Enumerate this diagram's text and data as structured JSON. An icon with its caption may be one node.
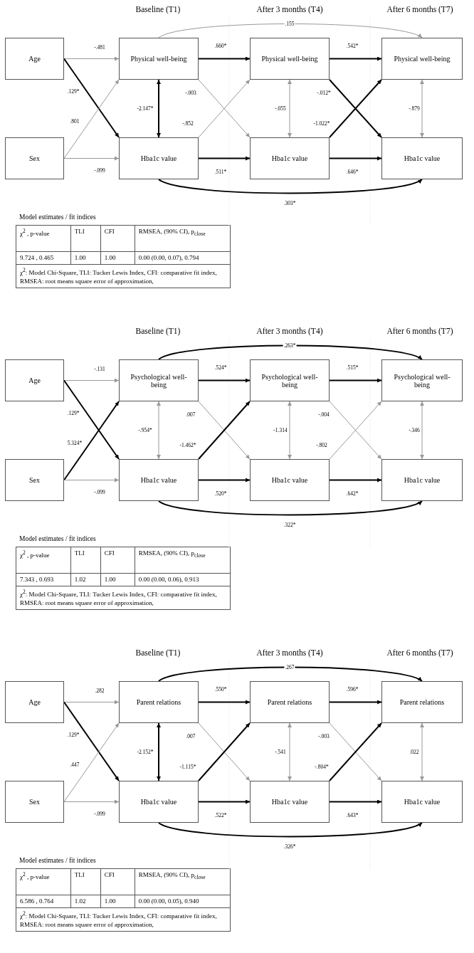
{
  "diagram": {
    "nodes": [
      {
        "text": [
          "Age"
        ]
      },
      {
        "text": [
          "Physical well-being"
        ]
      },
      {
        "text": [
          "Physical well-being"
        ]
      },
      {
        "text": [
          "Physical well-being"
        ]
      },
      {
        "text": [
          "Sex"
        ]
      },
      {
        "text": [
          "Hba1c value"
        ]
      },
      {
        "text": [
          "Hba1c value"
        ]
      },
      {
        "text": [
          "Hba1c value"
        ]
      },
      {
        "text": [
          "Age"
        ]
      },
      {
        "text": [
          "Psychological well-being"
        ]
      },
      {
        "text": [
          "Psychological well-being"
        ]
      },
      {
        "text": [
          "Psychological well-being"
        ]
      },
      {
        "text": [
          "Sex"
        ]
      },
      {
        "text": [
          "Hba1c value"
        ]
      },
      {
        "text": [
          "Hba1c value"
        ]
      },
      {
        "text": [
          "Hba1c value"
        ]
      },
      {
        "text": [
          "Age"
        ]
      },
      {
        "text": [
          "Parent relations"
        ]
      },
      {
        "text": [
          "Parent relations"
        ]
      },
      {
        "text": [
          "Parent relations"
        ]
      },
      {
        "text": [
          "Sex"
        ]
      },
      {
        "text": [
          "Hba1c value"
        ]
      },
      {
        "text": [
          "Hba1c value"
        ]
      },
      {
        "text": [
          "Hba1c value"
        ]
      }
    ],
    "edges": [
      {
        "from": 0,
        "to": 1,
        "arrow": "to",
        "label": "-.481",
        "color": "#999999"
      },
      {
        "from": 0,
        "to": 5,
        "arrow": "to",
        "label": ".129*"
      },
      {
        "from": 4,
        "to": 1,
        "arrow": "to",
        "label": ".801",
        "color": "#999999"
      },
      {
        "from": 4,
        "to": 5,
        "arrow": "to",
        "label": "-.099",
        "color": "#999999"
      },
      {
        "from": 1,
        "to": 2,
        "arrow": "to",
        "label": ".660*"
      },
      {
        "from": 1,
        "to": 5,
        "arrow": "both",
        "label": "-2.147*"
      },
      {
        "from": 1,
        "to": 6,
        "arrow": "to",
        "label": "-.003",
        "color": "#999999"
      },
      {
        "from": 5,
        "to": 2,
        "arrow": "to",
        "label": "-.852",
        "color": "#999999"
      },
      {
        "from": 5,
        "to": 6,
        "arrow": "to",
        "label": ".511*"
      },
      {
        "from": 1,
        "to": 3,
        "arrow": "to",
        "label": ".155",
        "color": "#999999"
      },
      {
        "from": 5,
        "to": 7,
        "arrow": "to",
        "label": ".303*"
      },
      {
        "from": 2,
        "to": 3,
        "arrow": "to",
        "label": ".542*"
      },
      {
        "from": 2,
        "to": 6,
        "arrow": "both",
        "label": "-.055",
        "color": "#999999"
      },
      {
        "from": 2,
        "to": 7,
        "arrow": "to",
        "label": "-.012*"
      },
      {
        "from": 6,
        "to": 3,
        "arrow": "to",
        "label": "-1.022*"
      },
      {
        "from": 6,
        "to": 7,
        "arrow": "to",
        "label": ".646*"
      },
      {
        "from": 3,
        "to": 7,
        "arrow": "both",
        "label": "-.879",
        "color": "#999999"
      },
      {
        "from": 8,
        "to": 9,
        "arrow": "to",
        "label": "-.131",
        "color": "#999999"
      },
      {
        "from": 8,
        "to": 13,
        "arrow": "to",
        "label": ".129*"
      },
      {
        "from": 12,
        "to": 9,
        "arrow": "to",
        "label": "5.324*"
      },
      {
        "from": 12,
        "to": 13,
        "arrow": "to",
        "label": "-.099",
        "color": "#999999"
      },
      {
        "from": 9,
        "to": 10,
        "arrow": "to",
        "label": ".524*"
      },
      {
        "from": 9,
        "to": 13,
        "arrow": "both",
        "label": "-.954*",
        "color": "#999999"
      },
      {
        "from": 9,
        "to": 14,
        "arrow": "to",
        "label": ".007",
        "color": "#999999"
      },
      {
        "from": 13,
        "to": 10,
        "arrow": "to",
        "label": "-1.462*"
      },
      {
        "from": 13,
        "to": 14,
        "arrow": "to",
        "label": ".520*"
      },
      {
        "from": 9,
        "to": 11,
        "arrow": "to",
        "label": ".263*"
      },
      {
        "from": 13,
        "to": 15,
        "arrow": "to",
        "label": ".322*"
      },
      {
        "from": 10,
        "to": 11,
        "arrow": "to",
        "label": ".515*"
      },
      {
        "from": 10,
        "to": 14,
        "arrow": "both",
        "label": "-1.314",
        "color": "#999999"
      },
      {
        "from": 10,
        "to": 15,
        "arrow": "to",
        "label": "-.004",
        "color": "#999999"
      },
      {
        "from": 14,
        "to": 11,
        "arrow": "to",
        "label": "-.802",
        "color": "#999999"
      },
      {
        "from": 14,
        "to": 15,
        "arrow": "to",
        "label": ".642*"
      },
      {
        "from": 11,
        "to": 15,
        "arrow": "both",
        "label": "-.346",
        "color": "#999999"
      },
      {
        "from": 16,
        "to": 17,
        "arrow": "to",
        "label": ".282",
        "color": "#999999"
      },
      {
        "from": 16,
        "to": 21,
        "arrow": "to",
        "label": ".129*"
      },
      {
        "from": 20,
        "to": 17,
        "arrow": "to",
        "label": ".447",
        "color": "#999999"
      },
      {
        "from": 20,
        "to": 21,
        "arrow": "to",
        "label": "-.099",
        "color": "#999999"
      },
      {
        "from": 17,
        "to": 18,
        "arrow": "to",
        "label": ".550*"
      },
      {
        "from": 17,
        "to": 21,
        "arrow": "both",
        "label": "-2.152*"
      },
      {
        "from": 17,
        "to": 22,
        "arrow": "to",
        "label": ".007",
        "color": "#999999"
      },
      {
        "from": 21,
        "to": 18,
        "arrow": "to",
        "label": "-1.115*"
      },
      {
        "from": 21,
        "to": 22,
        "arrow": "to",
        "label": ".522*"
      },
      {
        "from": 17,
        "to": 19,
        "arrow": "to",
        "label": ".267"
      },
      {
        "from": 21,
        "to": 23,
        "arrow": "to",
        "label": ".326*"
      },
      {
        "from": 18,
        "to": 19,
        "arrow": "to",
        "label": ".596*"
      },
      {
        "from": 18,
        "to": 22,
        "arrow": "both",
        "label": "-.541",
        "color": "#999999"
      },
      {
        "from": 18,
        "to": 23,
        "arrow": "to",
        "label": "-.003",
        "color": "#999999"
      },
      {
        "from": 22,
        "to": 19,
        "arrow": "to",
        "label": "-.804*"
      },
      {
        "from": 22,
        "to": 23,
        "arrow": "to",
        "label": ".643*"
      },
      {
        "from": 19,
        "to": 23,
        "arrow": "both",
        "label": ".022",
        "color": "#999999"
      }
    ],
    "labels": [
      "Baseline (T1)",
      "After 3 months (T4)",
      "After 6 months (T7)",
      "Model estimates / fit indices",
      "χ$^{2}$ , p-value",
      "TLI",
      "CFI",
      "RMSEA, (90% CI), p$_{close}$",
      "9.724 , 0.465",
      "1.00",
      "1.00",
      "0.00 (0.00, 0.07), 0.794",
      "χ$^{2}$: Model Chi-Square, TLI: Tucker Lewis Index, CFI: comparative fit index, RMSEA: root means square error of approximation,",
      "Baseline (T1)",
      "After 3 months (T4)",
      "After 6 months (T7)",
      "Model estimates / fit indices",
      "χ$^{2}$ , p-value",
      "TLI",
      "CFI",
      "RMSEA, (90% CI), p$_{close}$",
      "7.343 , 0.693",
      "1.02",
      "1.00",
      "0.00 (0.00, 0.06), 0.913",
      "χ$^{2}$: Model Chi-Square, TLI: Tucker Lewis Index, CFI: comparative fit index, RMSEA: root means square error of approximation,",
      "Baseline (T1)",
      "After 3 months (T4)",
      "After 6 months (T7)",
      "Model estimates / fit indices",
      "χ$^{2}$ , p-value",
      "TLI",
      "CFI",
      "RMSEA, (90% CI), p$_{close}$",
      "6.586 , 0.764",
      "1.02",
      "1.00",
      "0.00 (0.00, 0.05), 0.940",
      "χ$^{2}$: Model Chi-Square, TLI: Tucker Lewis Index, CFI: comparative fit index, RMSEA: root means square error of approximation,"
    ]
  }
}
